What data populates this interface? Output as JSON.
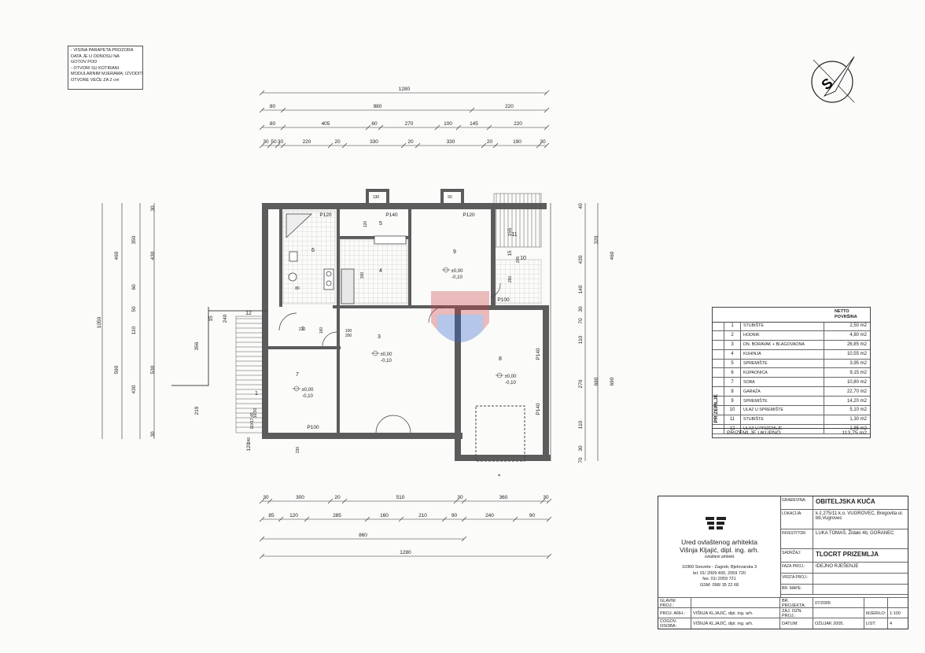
{
  "notes": [
    "- VISINA PARAPETA PROZORA",
    "DATA JE U ODNOSU NA",
    "GOTOV POD",
    "- OTVORI SU KOTIRANI",
    "MODULARNIM MJERAMA; IZVODITI",
    "OTVORE VEĆE ZA 2 cm"
  ],
  "dimensions": {
    "top_rows": [
      [
        "1280"
      ],
      [
        "80",
        "980",
        "220"
      ],
      [
        "80",
        "405",
        "60",
        "270",
        "100",
        "145",
        "220"
      ],
      [
        "30",
        "50",
        "30",
        "220",
        "20",
        "330",
        "20",
        "330",
        "20",
        "190",
        "30"
      ]
    ],
    "bottom_rows": [
      [
        "30",
        "300",
        "20",
        "510",
        "30",
        "360",
        "30"
      ],
      [
        "85",
        "120",
        "285",
        "160",
        "210",
        "90",
        "240",
        "90"
      ],
      [
        "860"
      ],
      [
        "1280"
      ]
    ],
    "left_labels": [
      "1050",
      "460",
      "590",
      "350",
      "430",
      "60",
      "50",
      "110",
      "530",
      "430",
      "30",
      "30",
      "356",
      "219",
      "120",
      "240",
      "15"
    ],
    "right_labels": [
      "460",
      "690",
      "320",
      "430",
      "140",
      "30",
      "70",
      "110",
      "270",
      "690",
      "110",
      "30",
      "70",
      "40",
      "155",
      "15"
    ]
  },
  "plan_labels": {
    "rooms": [
      "1",
      "2",
      "3",
      "4",
      "5",
      "6",
      "7",
      "8",
      "9",
      "10",
      "11",
      "12"
    ],
    "windows": [
      "P120",
      "P140",
      "P120",
      "P100",
      "P140",
      "P140",
      "P100",
      "P140"
    ],
    "levels": [
      "±0,00",
      "-0,10"
    ],
    "misc": [
      "130",
      "50",
      "120",
      "300",
      "205",
      "250",
      "160",
      "100",
      "200",
      "80",
      "210",
      "16/30",
      "11X17,45",
      "240",
      "230",
      "a"
    ]
  },
  "area_table": {
    "header1": "NETTO",
    "header2": "POVRŠINA",
    "side_label": "PRIZEMLJE",
    "rows": [
      {
        "n": "1",
        "name": "STUBIŠTE",
        "value": "2,50  m2"
      },
      {
        "n": "2",
        "name": "HODNIK",
        "value": "4,80  m2"
      },
      {
        "n": "3",
        "name": "DN. BORAVAK + BLAGOVAONA",
        "value": "26,85  m2"
      },
      {
        "n": "4",
        "name": "KUHINJA",
        "value": "10,55  m2"
      },
      {
        "n": "5",
        "name": "SPREMIŠTE",
        "value": "3,95  m2"
      },
      {
        "n": "6",
        "name": "KUPAONICA",
        "value": "9,15  m2"
      },
      {
        "n": "7",
        "name": "SOBA",
        "value": "10,80  m2"
      },
      {
        "n": "8",
        "name": "GARAŽA",
        "value": "22,70  m2"
      },
      {
        "n": "9",
        "name": "SPREMIŠTE",
        "value": "14,20  m2"
      },
      {
        "n": "10",
        "name": "ULAZ U SPREMIŠTE",
        "value": "5,10  m2"
      },
      {
        "n": "11",
        "name": "STUBIŠTE",
        "value": "1,30  m2"
      },
      {
        "n": "12",
        "name": "ULAZ U PRIZEMLJE",
        "value": "1,85  m2"
      }
    ],
    "total_label": "PRIZEMLJE UKUPNO",
    "total_value": "113,75  m2"
  },
  "title_block": {
    "office_line1": "Ured ovlaštenog arhitekta",
    "office_line2": "Višnja Kljajić, dipl. ing. arh.",
    "office_line3": "ovlašteni arhitekt",
    "address": [
      "10360 Sesvete - Zagreb, Bjelovarska 3",
      "tel. 01/ 2009 400, 2059 720",
      "fax. 01/ 2059 721",
      "GSM: 098/ 35 22 68"
    ],
    "fields": [
      {
        "k": "GRAĐEVINA:",
        "v": "OBITELJSKA KUĆA",
        "bold": true
      },
      {
        "k": "LOKACIJA:",
        "v": "k.č.275/11 k.o. VUGROVEC, Bregovita ul. bb,Vugrovec",
        "bold": false
      },
      {
        "k": "INVESTITOR:",
        "v": "LUKA TOMAŠ, Židaki 4b, GORANEC",
        "bold": false
      },
      {
        "k": "SADRŽAJ:",
        "v": "TLOCRT PRIZEMLJA",
        "bold": true
      },
      {
        "k": "FAZA PROJ.:",
        "v": "IDEJNO RJEŠENJE",
        "bold": false
      },
      {
        "k": "VRSTA PROJ.:",
        "v": "",
        "bold": false
      },
      {
        "k": "BR. MAPE:",
        "v": "",
        "bold": false
      }
    ],
    "bottom": [
      {
        "k": "GLAVNI PROJ.:",
        "v": "",
        "k2": "BR. PROJEKTA:",
        "v2": "07/2005",
        "k3": "",
        "v3": ""
      },
      {
        "k": "PROJ. ARH.:",
        "v": "VIŠNJA KLJAJIĆ, dipl. ing. arh.",
        "k2": "ZAJ. OZN. PROJ.:",
        "v2": "",
        "k3": "MJERILO:",
        "v3": "1:100"
      },
      {
        "k": "COGOV. OSOBA:",
        "v": "VIŠNJA KLJAJIĆ, dipl. ing. arh.",
        "k2": "DATUM:",
        "v2": "OŽUJAK 2005.",
        "k3": "LIST:",
        "v3": "4"
      }
    ]
  }
}
